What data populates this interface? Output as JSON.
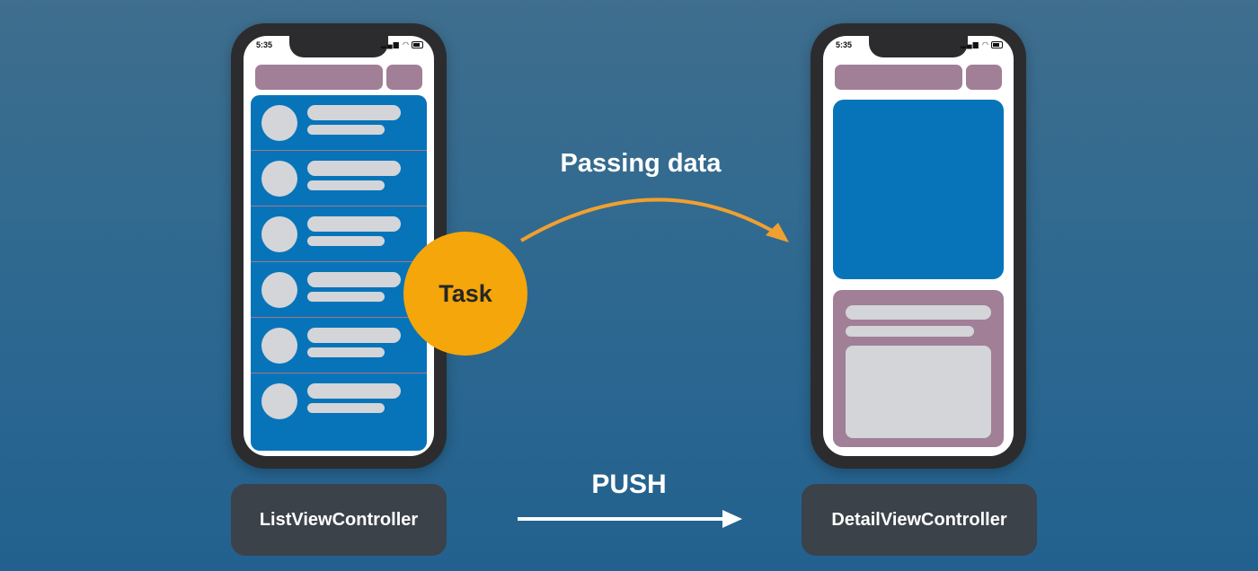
{
  "list_screen": {
    "time": "5:35",
    "row_count": 6
  },
  "detail_screen": {
    "time": "5:35"
  },
  "task_label": "Task",
  "passing_label": "Passing data",
  "push_label": "PUSH",
  "left_caption": "ListViewController",
  "right_caption": "DetailViewController",
  "colors": {
    "nav_bar": "#a07f97",
    "content_blue": "#0774ba",
    "placeholder_gray": "#d3d5d8",
    "task_orange": "#f4a60a",
    "arrow_orange": "#f0a030",
    "label_box": "#3b4249"
  }
}
